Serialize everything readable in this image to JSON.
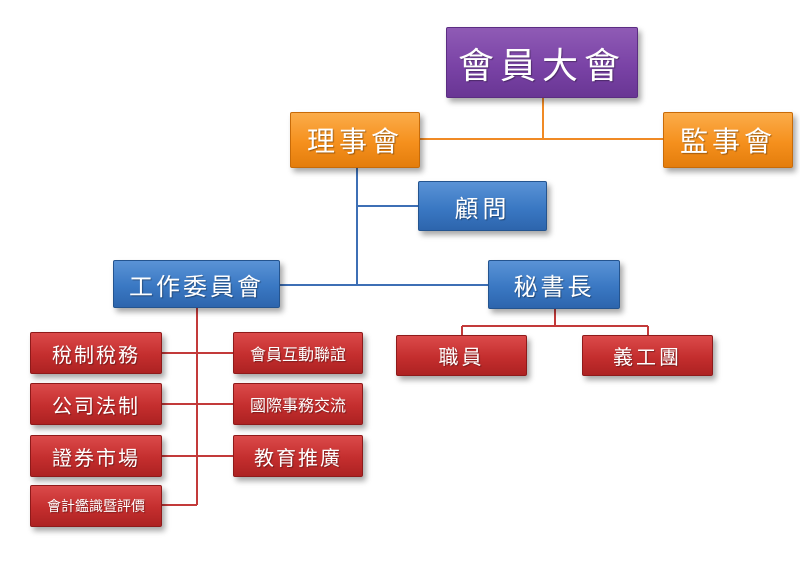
{
  "chart": {
    "root": "會員大會",
    "board": "理事會",
    "supervisors": "監事會",
    "advisor": "顧問",
    "committee": "工作委員會",
    "secretary_general": "秘書長",
    "committee_left": [
      "稅制稅務",
      "公司法制",
      "證券市場",
      "會計鑑識暨評價"
    ],
    "committee_right": [
      "會員互動聯誼",
      "國際事務交流",
      "教育推廣"
    ],
    "secretariat": [
      "職員",
      "義工團"
    ]
  },
  "colors": {
    "root": "#7a43a6",
    "board": "#f5901d",
    "advisor": "#3a78c3",
    "units": "#c42e2e",
    "line_orange": "#f08a25",
    "line_blue": "#3d6fb5",
    "line_red": "#c33a3a"
  }
}
